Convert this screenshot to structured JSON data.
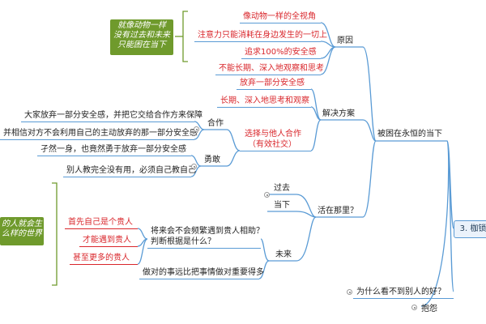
{
  "root": "3. 枷锁",
  "main_branch": "被困在永恒的当下",
  "reasons": {
    "label": "原因",
    "items": [
      "像动物一样的全视角",
      "注意力只能消耗在身边发生的一切上",
      "追求100%的安全感",
      "不能长期、深入地观察和思考"
    ],
    "note": [
      "就像动物一样",
      "没有过去和未来",
      "只能困在当下"
    ]
  },
  "solutions": {
    "label": "解决方案",
    "items": [
      "放弃一部分安全感",
      "长期、深入地思考和观察",
      "选择与他人合作",
      "（有效社交）"
    ],
    "cooperate": {
      "label": "合作",
      "items": [
        "大家放弃一部分安全感，并把它交给合作方来保障",
        "并相信对方不会利用自己的主动放弃的那一部分安全感"
      ]
    },
    "brave": {
      "label": "勇敢",
      "items": [
        "孑然一身，也竟然勇于放弃一部分安全感",
        "别人教完全没有用，必须自己教自己"
      ]
    }
  },
  "where": {
    "label": "活在那里？",
    "past": "过去",
    "present": "当下",
    "future": {
      "label": "未来",
      "question": [
        "将来会不会频繁遇到贵人相助？",
        "判断根据是什么？"
      ],
      "red_items": [
        "首先自己是个贵人",
        "才能遇到贵人",
        "甚至更多的贵人"
      ],
      "plan": "做对的事远比把事情做对重要得多",
      "left_note": [
        "的人就会生",
        "么样的世界"
      ]
    }
  },
  "others": [
    "为什么看不到别人的好？",
    "抱怨"
  ]
}
